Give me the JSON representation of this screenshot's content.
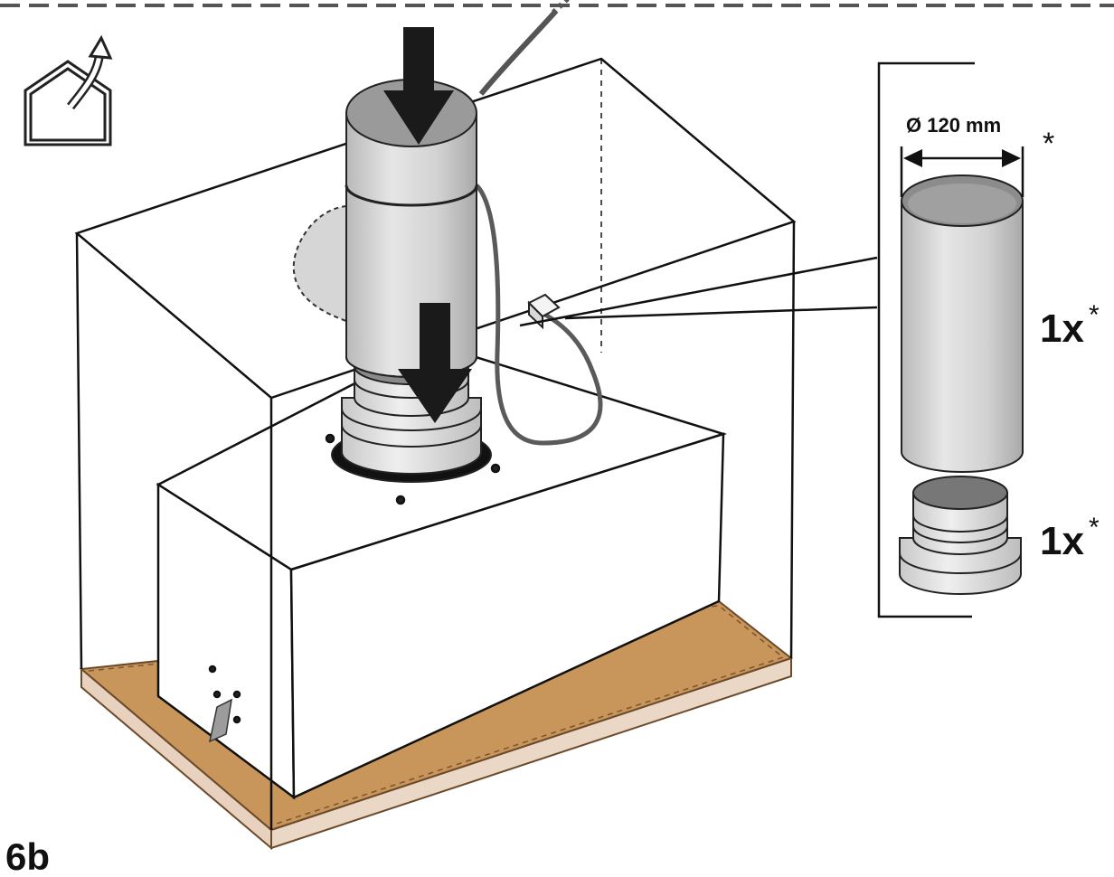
{
  "figure": {
    "step_label": "6b"
  },
  "detail_panel": {
    "diameter_label": "Ø 120 mm",
    "diameter_footnote": "*",
    "pipe_quantity": "1x",
    "pipe_footnote": "*",
    "adapter_quantity": "1x",
    "adapter_footnote": "*"
  },
  "icons": {
    "exhaust_mode": "house-exhaust-icon"
  },
  "colors": {
    "board": "#c8955a",
    "board_edge": "#e8d2bf",
    "pipe": "#d4d4d4",
    "arrow": "#1a1a1a",
    "line": "#111111"
  }
}
